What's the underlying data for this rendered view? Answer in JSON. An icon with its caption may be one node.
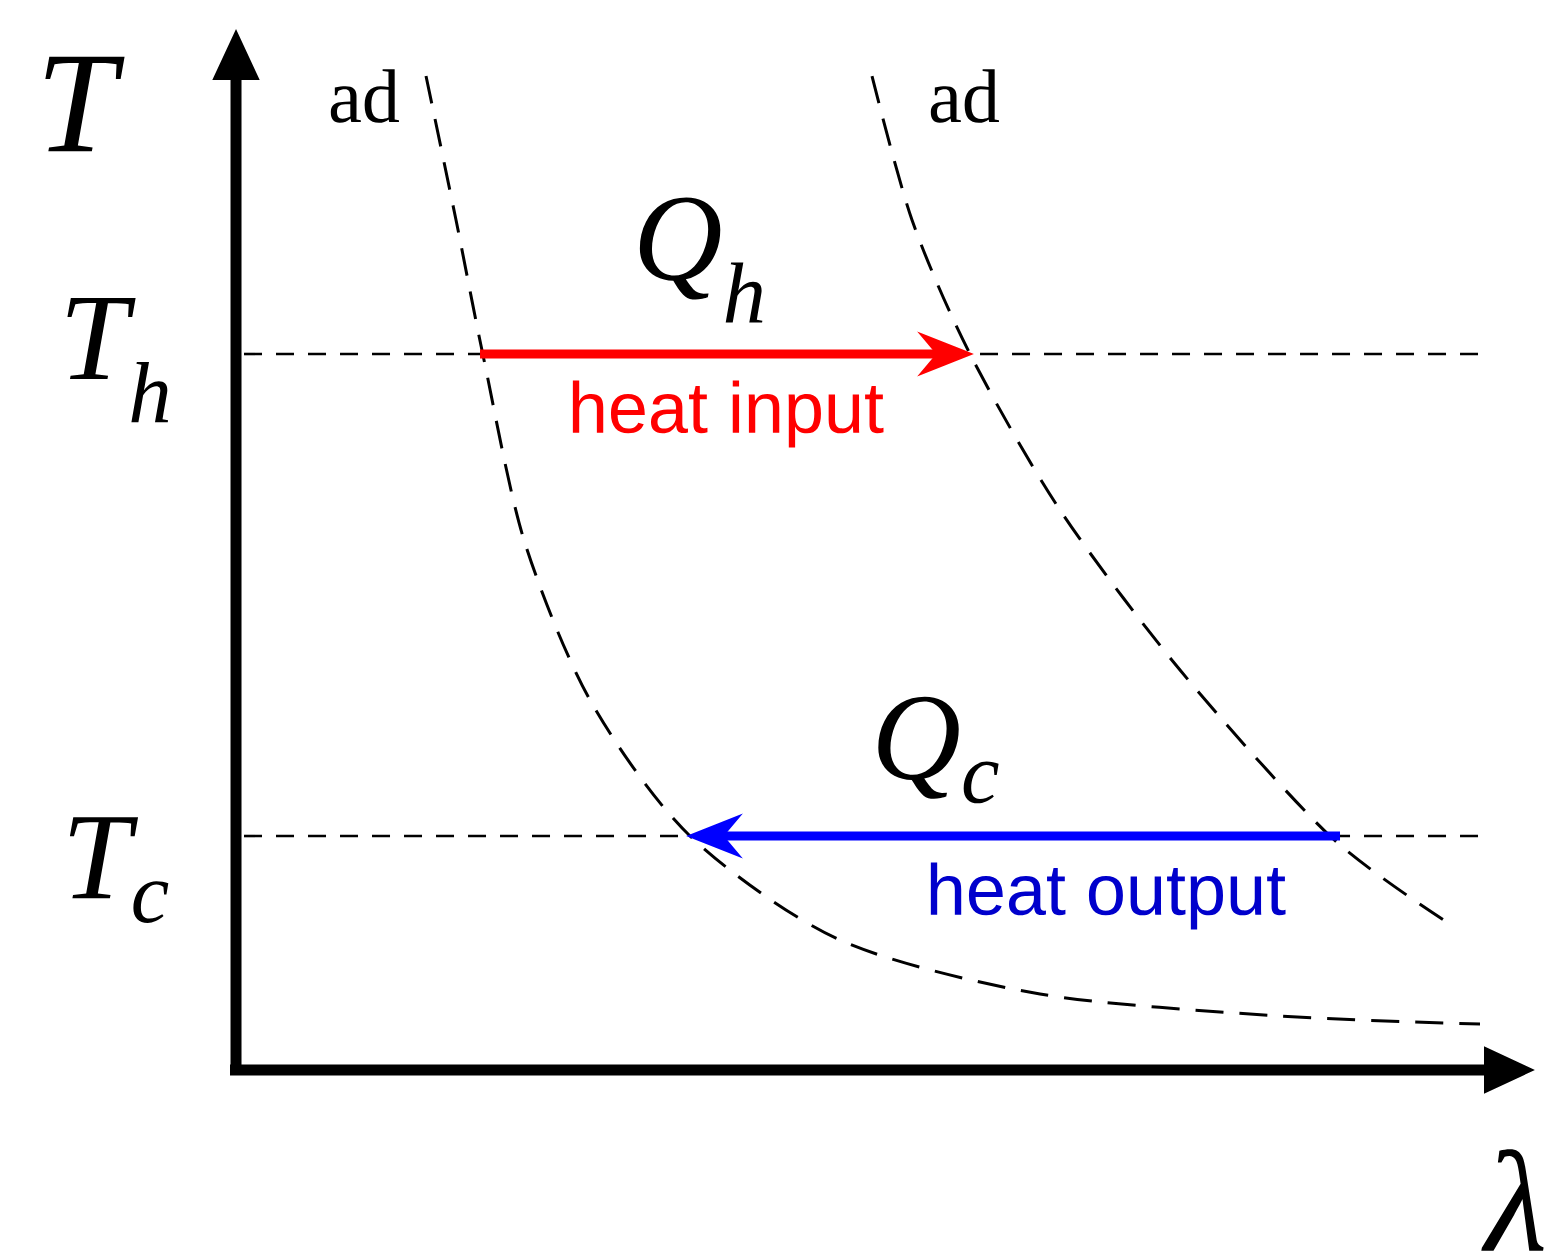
{
  "diagram": {
    "labels": [
      "T",
      "ad",
      "ad",
      "Q$_{h}$",
      "T$_{h}$",
      "heat input",
      "Q$_{c}$",
      "T$_{c}$",
      "heat output",
      "λ"
    ]
  }
}
